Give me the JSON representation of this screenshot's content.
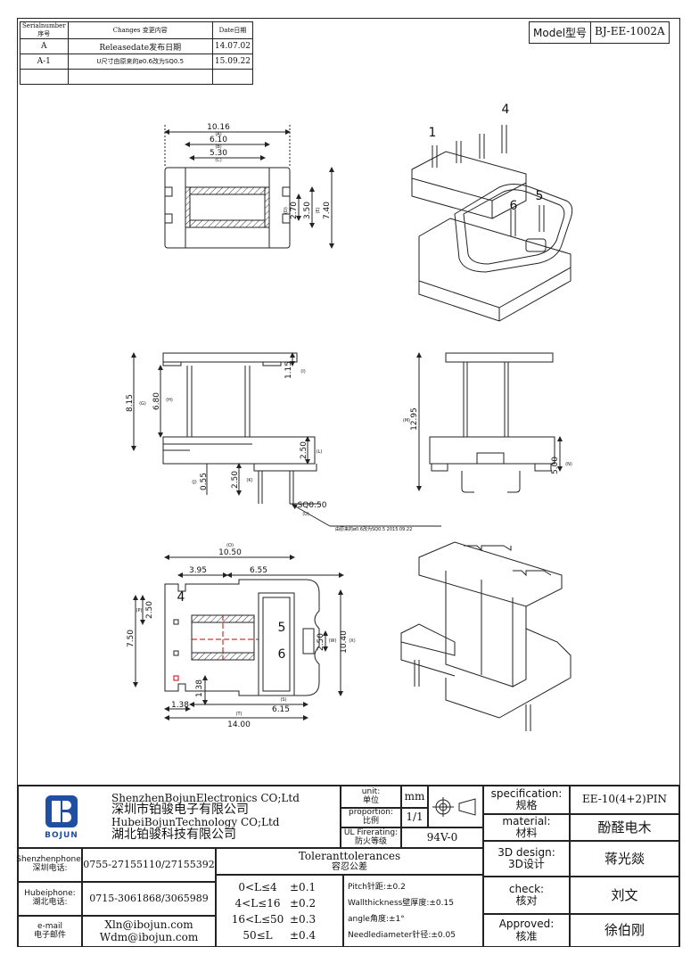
{
  "revision_table": {
    "headers": [
      "Serialnumber序号",
      "Changes 变更内容",
      "Date日期"
    ],
    "rows": [
      {
        "serial": "A",
        "change": "Releasedate发布日期",
        "date": "14.07.02"
      },
      {
        "serial": "A-1",
        "change": "U尺寸由原来的ø0.6改为SQ0.5",
        "date": "15.09.22"
      }
    ]
  },
  "model": {
    "label": "Model型号",
    "value": "BJ-EE-1002A"
  },
  "drawing": {
    "pin_labels": {
      "p1": "1",
      "p4": "4",
      "p5": "5",
      "p6": "6"
    },
    "top_view": {
      "a": "10.16",
      "a_tag": "(A)",
      "b": "6.10",
      "b_tag": "(B)",
      "c": "5.30",
      "c_tag": "(C)",
      "d": "2.70",
      "d_tag": "(D)",
      "e": "3.50",
      "e_tag": "(E)",
      "f": "7.40"
    },
    "front_view": {
      "i": "1.15",
      "i_tag": "(I)",
      "g": "8.15",
      "g_tag": "(G)",
      "h": "6.80",
      "h_tag": "(H)",
      "l": "2.50",
      "l_tag": "(L)",
      "j": "0.55",
      "j_tag": "(J)",
      "k": "2.50",
      "k_tag": "(K)",
      "u": "SQ0.50",
      "u_tag": "(U)"
    },
    "side_view": {
      "m": "12.95",
      "m_tag": "(M)",
      "n": "5.00",
      "n_tag": "(N)"
    },
    "note": "由原来的ø0.6改为SQ0.5 2015.09.22",
    "bottom_view": {
      "o": "10.50",
      "o_tag": "(O)",
      "q": "3.95",
      "r": "6.55",
      "p": "2.50",
      "p_tag": "(P)",
      "v": "7.50",
      "w": "2.50",
      "w_tag": "(W)",
      "x": "10.40",
      "x_tag": "(X)",
      "y": "1.38",
      "z": "1.38",
      "s": "6.15",
      "s_tag": "(S)",
      "t": "14.00",
      "t_tag": "(T)"
    }
  },
  "title_block": {
    "company_en_1": "ShenzhenBojunElectronics CO;Ltd",
    "company_cn_1": "深圳市铂骏电子有限公司",
    "company_en_2": "HubeiBojunTechnology CO;Ltd",
    "company_cn_2": "湖北铂骏科技有限公司",
    "logo_text": "BOJUN",
    "unit_label": "unit:\n单位",
    "unit_value": "mm",
    "proportion_label": "proportion:\n比例",
    "proportion_value": "1/1",
    "ul_label": "UL Firerating:\n防火等级",
    "ul_value": "94V-0",
    "spec_label": "specification:\n规格",
    "spec_value": "EE-10(4+2)PIN",
    "material_label": "material:\n材料",
    "material_value": "酚醛电木",
    "design_label": "3D design:\n3D设计",
    "design_value": "蒋光燚",
    "check_label": "check:\n核对",
    "check_value": "刘文",
    "approved_label": "Approved:\n核准",
    "approved_value": "徐伯刚",
    "sz_phone_label": "Shenzhenphone:\n深圳电话:",
    "sz_phone": "0755-27155110/27155392",
    "hb_phone_label": "Hubeiphone:\n湖北电话:",
    "hb_phone": "0715-3061868/3065989",
    "email_label": "e-mail\n电子邮件",
    "email_1": "Xln@ibojun.com",
    "email_2": "Wdm@ibojun.com",
    "tol_title": "Toleranttolerances",
    "tol_title_cn": "容忍公差",
    "tolerances": [
      {
        "range": "0<L≤4",
        "tol": "±0.1"
      },
      {
        "range": "4<L≤16",
        "tol": "±0.2"
      },
      {
        "range": "16<L≤50",
        "tol": "±0.3"
      },
      {
        "range": "50≤L",
        "tol": "±0.4"
      }
    ],
    "other_tol": [
      "Pitch针距:±0.2",
      "Wallthickness壁厚度:±0.15",
      "angle角度:±1°",
      "Needlediameter针径:±0.05"
    ]
  }
}
